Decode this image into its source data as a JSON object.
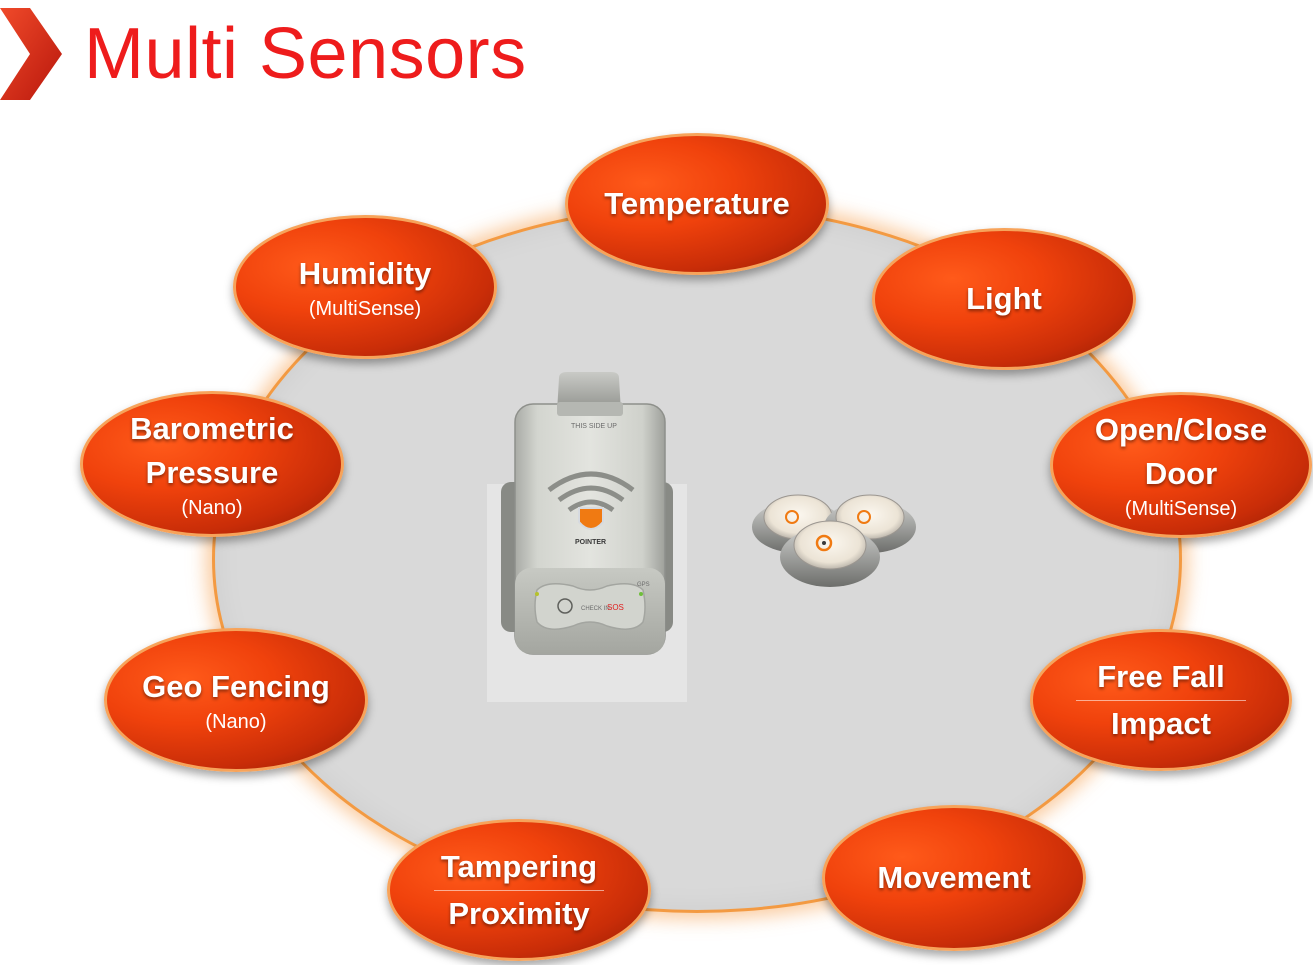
{
  "title": "Multi Sensors",
  "colors": {
    "title": "#ee1c1c",
    "chevron": "#e0301e",
    "bubble": "#e8400e",
    "bubble_border": "#f7a35a",
    "ring_fill": "#d9d9d9",
    "ring_border": "#f39a42"
  },
  "sensors": [
    {
      "id": "temperature",
      "lines": [
        "Temperature"
      ],
      "sub": ""
    },
    {
      "id": "light",
      "lines": [
        "Light"
      ],
      "sub": ""
    },
    {
      "id": "open-close-door",
      "lines": [
        "Open/Close",
        "Door"
      ],
      "sub": "(MultiSense)"
    },
    {
      "id": "free-fall-impact",
      "lines": [
        "Free Fall",
        "Impact"
      ],
      "sub": ""
    },
    {
      "id": "movement",
      "lines": [
        "Movement"
      ],
      "sub": ""
    },
    {
      "id": "tampering-proximity",
      "lines": [
        "Tampering",
        "Proximity"
      ],
      "sub": ""
    },
    {
      "id": "geo-fencing",
      "lines": [
        "Geo Fencing"
      ],
      "sub": "(Nano)"
    },
    {
      "id": "barometric-pressure",
      "lines": [
        "Barometric",
        "Pressure"
      ],
      "sub": "(Nano)"
    },
    {
      "id": "humidity",
      "lines": [
        "Humidity"
      ],
      "sub": "(MultiSense)"
    }
  ],
  "device": {
    "top_label": "THIS SIDE UP",
    "brand": "POINTER",
    "check_in": "CHECK IN",
    "sos": "SOS",
    "gps": "GPS"
  }
}
